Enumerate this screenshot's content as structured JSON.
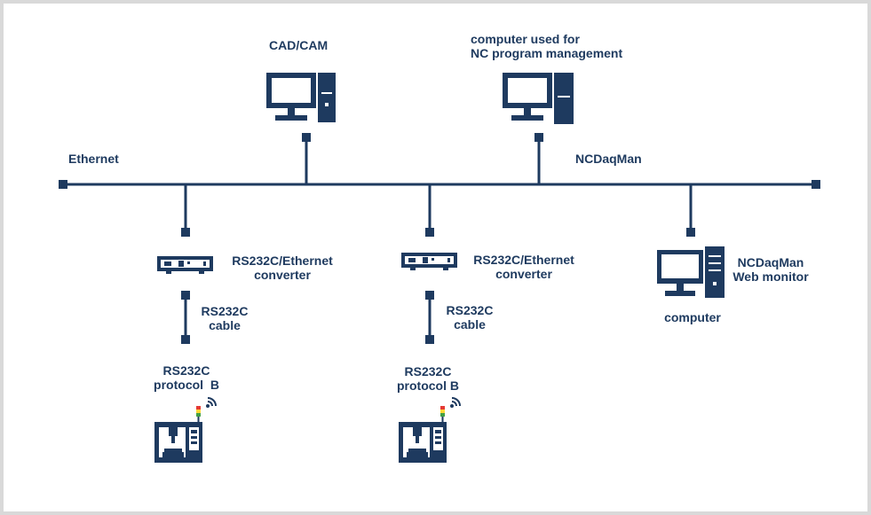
{
  "colors": {
    "primary": "#1e3a5f",
    "border": "#d9d9d9",
    "signal_red": "#e53935",
    "signal_yellow": "#fdd835",
    "signal_green": "#43a047"
  },
  "labels": {
    "cadcam": "CAD/CAM",
    "nc_mgmt_line1": "computer used for",
    "nc_mgmt_line2": "NC program management",
    "ethernet": "Ethernet",
    "ncdaqman": "NCDaqMan",
    "converter1_line1": "RS232C/Ethernet",
    "converter1_line2": "converter",
    "converter2_line1": "RS232C/Ethernet",
    "converter2_line2": "converter",
    "cable1_line1": "RS232C",
    "cable1_line2": "cable",
    "cable2_line1": "RS232C",
    "cable2_line2": "cable",
    "protocol1_line1": "RS232C",
    "protocol1_line2": "protocol  B",
    "protocol2_line1": "RS232C",
    "protocol2_line2": "protocol B",
    "web_monitor_line1": "NCDaqMan",
    "web_monitor_line2": "Web monitor",
    "computer": "computer"
  },
  "icons": [
    "desktop-computer-icon",
    "converter-box-icon",
    "cnc-machine-icon",
    "wireless-signal-icon",
    "signal-tower-icon"
  ]
}
